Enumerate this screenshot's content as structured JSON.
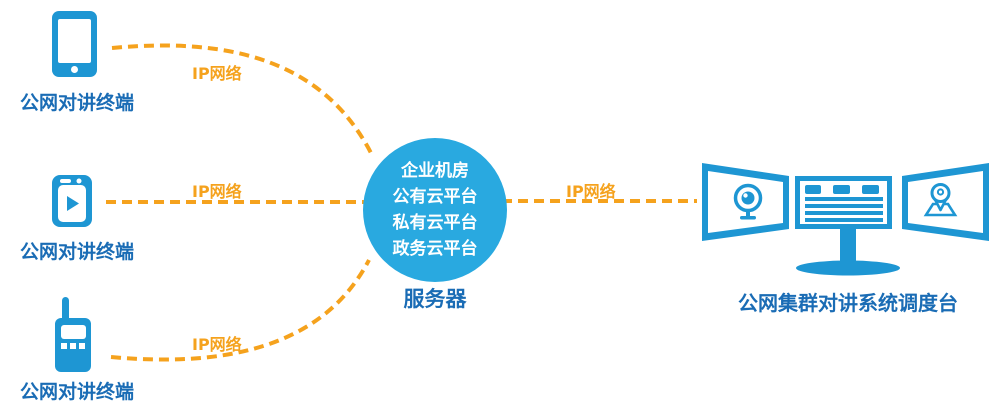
{
  "diagram": {
    "title_implicit": "",
    "colors": {
      "device_blue": "#1E96D3",
      "server_circle_blue": "#29A9E0",
      "label_blue": "#1A6CB5",
      "link_orange": "#F5A21D",
      "background": "#FFFFFF"
    },
    "terminals": [
      {
        "icon": "smartphone-icon",
        "label": "公网对讲终端"
      },
      {
        "icon": "body-camera-icon",
        "label": "公网对讲终端"
      },
      {
        "icon": "walkie-talkie-icon",
        "label": "公网对讲终端"
      }
    ],
    "links": [
      {
        "from": "terminal-smartphone",
        "to": "server",
        "style": "dashed-curve",
        "label": "IP网络"
      },
      {
        "from": "terminal-body-camera",
        "to": "server",
        "style": "dashed-line",
        "label": "IP网络"
      },
      {
        "from": "terminal-walkie-talkie",
        "to": "server",
        "style": "dashed-curve",
        "label": "IP网络"
      },
      {
        "from": "server",
        "to": "dispatch-console",
        "style": "dashed-line",
        "label": "IP网络"
      }
    ],
    "server": {
      "platform_lines": [
        "企业机房",
        "公有云平台",
        "私有云平台",
        "政务云平台"
      ],
      "label": "服务器"
    },
    "console": {
      "label": "公网集群对讲系统调度台",
      "screen_icons": [
        "webcam-icon",
        "dashboard-table-icon",
        "location-pin-icon"
      ]
    }
  }
}
